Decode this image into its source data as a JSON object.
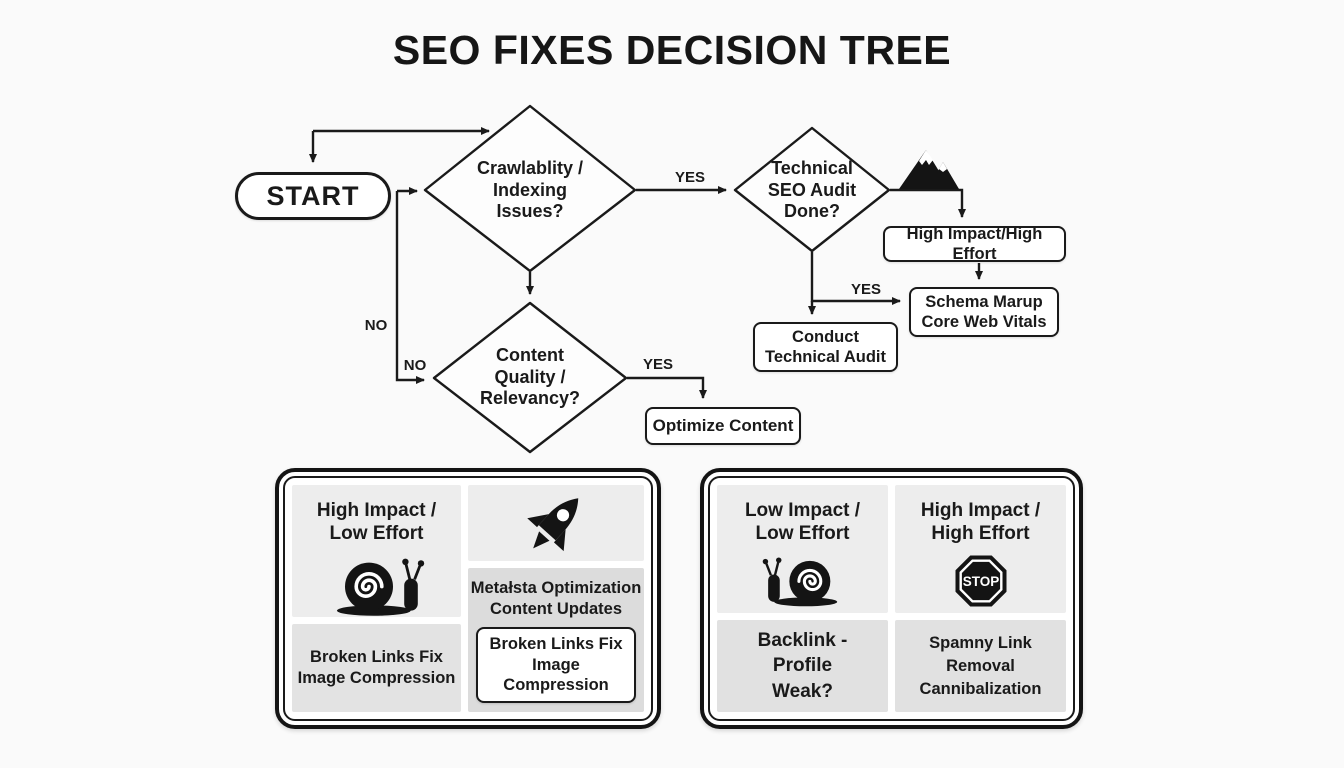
{
  "title": "SEO FIXES DECISION TREE",
  "colors": {
    "ink": "#1a1a1a",
    "background": "#fafafa",
    "node_fill": "#ffffff",
    "quadrant_light": "#ededed",
    "quadrant_dark": "#e1e1e1"
  },
  "flowchart": {
    "start_label": "START",
    "decisions": {
      "crawlability": "Crawlablity /\nIndexing\nIssues?",
      "technical_audit": "Technical\nSEO Audit\nDone?",
      "content_quality": "Content\nQuality /\nRelevancy?"
    },
    "boxes": {
      "high_impact_high_effort": "High Impact/High Effort",
      "schema_markup": "Schema Marup\nCore Web Vitals",
      "conduct_audit": "Conduct\nTechnical Audit",
      "optimize_content": "Optimize Content"
    },
    "edge_labels": {
      "yes_crawl_to_audit": "YES",
      "yes_audit_to_schema": "YES",
      "yes_content_to_optimize": "YES",
      "no_outer": "NO",
      "no_to_content": "NO"
    },
    "icons": {
      "after_audit": "mountain-icon"
    }
  },
  "panels": {
    "left": {
      "quad1_title": "High Impact /\nLow Effort",
      "quad1_icon": "snail-icon",
      "quad1_items": "Broken Links Fix\nImage Compression",
      "quad2_icon": "rocket-icon",
      "quad2_items": "Metałsta Optimization\nContent Updates",
      "quad2_callout": "Broken Links Fix\nImage Compression"
    },
    "right": {
      "quad1_title": "Low Impact /\nLow Effort",
      "quad1_icon": "snail-icon",
      "quad2_title": "High Impact /\nHigh Effort",
      "quad2_icon": "stop-icon",
      "stop_text": "STOP",
      "quad3_text": "Backlink -\nProfile\nWeak?",
      "quad4_text": "Spamny Link\nRemoval\nCannibalization"
    }
  }
}
